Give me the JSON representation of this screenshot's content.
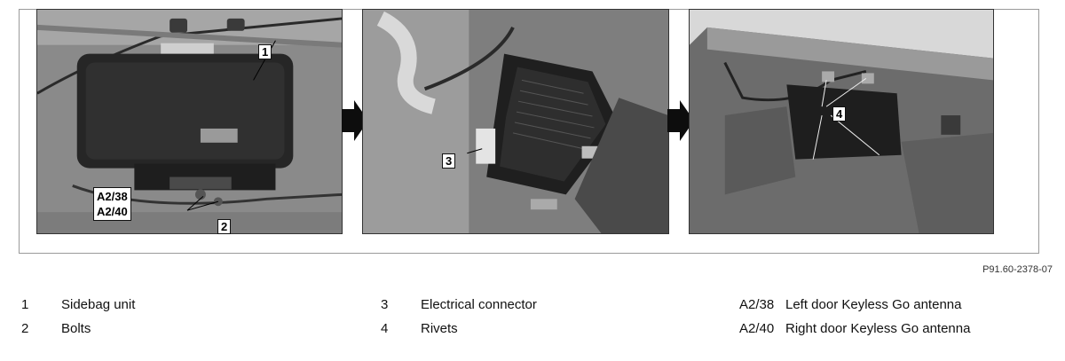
{
  "figure_ref": "P91.60-2378-07",
  "callouts": {
    "p1_item": "1",
    "p1_a238": "A2/38",
    "p1_a240": "A2/40",
    "p1_bolts": "2",
    "p2_connector": "3",
    "p3_rivets": "4"
  },
  "legend": {
    "col1": [
      {
        "num": "1",
        "label": "Sidebag unit"
      },
      {
        "num": "2",
        "label": "Bolts"
      }
    ],
    "col2": [
      {
        "num": "3",
        "label": "Electrical connector"
      },
      {
        "num": "4",
        "label": "Rivets"
      }
    ],
    "col3": [
      {
        "code": "A2/38",
        "label": "Left door Keyless Go antenna"
      },
      {
        "code": "A2/40",
        "label": "Right door Keyless Go antenna"
      }
    ]
  },
  "colors": {
    "photo_dark": "#2c2c2c",
    "photo_mid": "#6f6f6f",
    "photo_light": "#b9b9b9",
    "arrow": "#0d0d0d"
  }
}
